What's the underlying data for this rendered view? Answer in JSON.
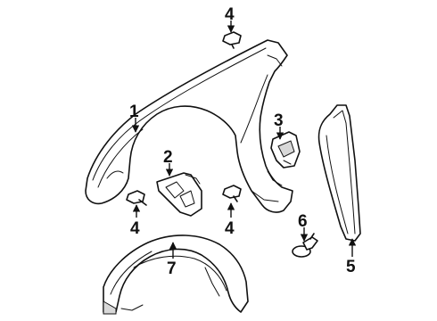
{
  "diagram": {
    "callouts": [
      {
        "id": "callout-1",
        "text": "1"
      },
      {
        "id": "callout-2",
        "text": "2"
      },
      {
        "id": "callout-3",
        "text": "3"
      },
      {
        "id": "callout-4-top",
        "text": "4"
      },
      {
        "id": "callout-4-left",
        "text": "4"
      },
      {
        "id": "callout-4-mid",
        "text": "4"
      },
      {
        "id": "callout-5",
        "text": "5"
      },
      {
        "id": "callout-6",
        "text": "6"
      },
      {
        "id": "callout-7",
        "text": "7"
      }
    ],
    "line_color": "#111111",
    "background": "#ffffff"
  }
}
